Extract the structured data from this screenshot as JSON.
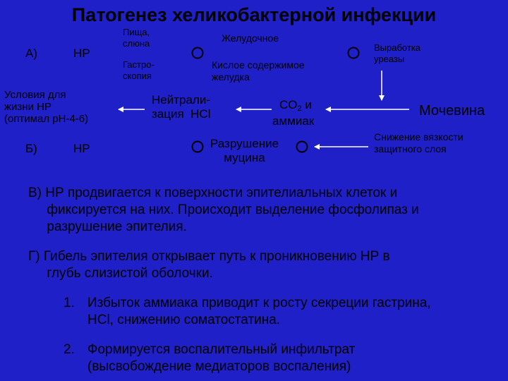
{
  "title": "Патогенез хеликобактерной инфекции",
  "diagram": {
    "row_a_label": "А)",
    "row_a_hp": "НР",
    "food_saliva": "Пища,\nслюна",
    "gastroscopy": "Гастро-\nскопия",
    "gastric": "Желудочное",
    "acid_contents": "Кислое содержимое\nжелудка",
    "urease": "Выработка\nуреазы",
    "conditions": "Условия для\nжизни НР\n(оптимал рН-4-6)",
    "neutralization": "Нейтрали-\nзация  HCl",
    "co2_main": "CO",
    "co2_sub": "2",
    "co2_rest": " и",
    "ammonia": "аммиак",
    "urea": "Мочевина",
    "row_b_label": "Б)",
    "row_b_hp": "НР",
    "mucin": "Разрушение\nмуцина",
    "viscosity": "Снижение вязкости\nзащитного слоя"
  },
  "paragraphs": {
    "v": "В) НР продвигается к поверхности эпителиальных клеток и\n     фиксируется на них. Происходит выделение фосфолипаз и\n     разрушение эпителия.",
    "g": "Г) Гибель эпителия открывает путь к проникновению НР в\n     глубь слизистой оболочки."
  },
  "list": [
    {
      "num": "1.",
      "text": "Избыток аммиака приводит к росту секреции гастрина,\nHCl, снижению соматостатина."
    },
    {
      "num": "2.",
      "text": "Формируется воспалительный инфильтрат\n(высвобождение медиаторов воспаления)"
    }
  ],
  "colors": {
    "background": "#2020c8",
    "text": "#000000",
    "lines": "#ffffff"
  }
}
